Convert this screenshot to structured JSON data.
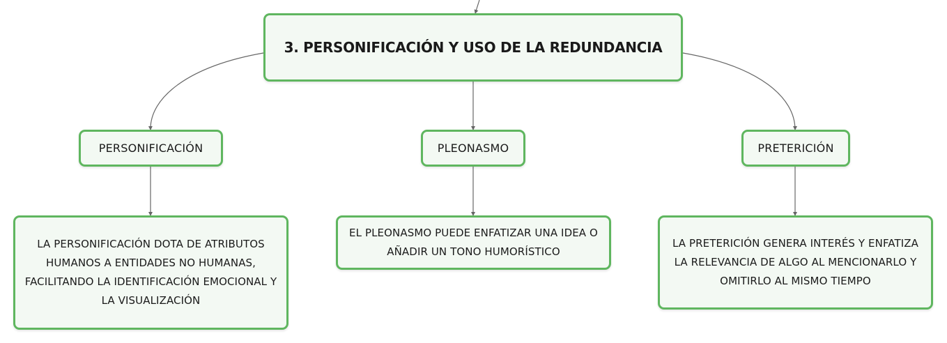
{
  "root": {
    "title": "3. PERSONIFICACIÓN Y USO DE LA REDUNDANCIA"
  },
  "topics": [
    {
      "label": "PERSONIFICACIÓN",
      "description": "LA PERSONIFICACIÓN DOTA DE ATRIBUTOS HUMANOS A ENTIDADES NO HUMANAS, FACILITANDO LA IDENTIFICACIÓN EMOCIONAL Y LA VISUALIZACIÓN"
    },
    {
      "label": "PLEONASMO",
      "description": "EL PLEONASMO PUEDE ENFATIZAR UNA IDEA O AÑADIR UN TONO HUMORÍSTICO"
    },
    {
      "label": "PRETERICIÓN",
      "description": "LA PRETERICIÓN GENERA INTERÉS Y ENFATIZA LA RELEVANCIA DE ALGO AL MENCIONARLO Y OMITIRLO AL MISMO TIEMPO"
    }
  ],
  "colors": {
    "node_border": "#5fb65f",
    "node_fill": "#f3f9f3",
    "connector": "#666666"
  }
}
